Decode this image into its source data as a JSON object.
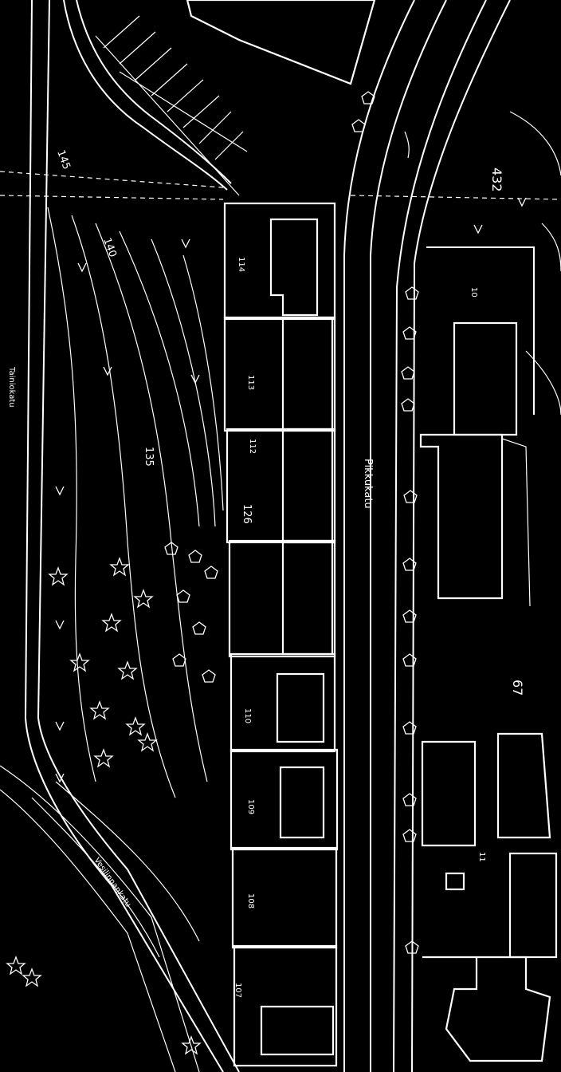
{
  "map": {
    "background": "#000000",
    "line_color": "#ffffff",
    "streets": {
      "pikkukatu": "Pikkukatu",
      "tainiokatu": "Tainiokatu",
      "vesilinnankatu": "Vesilinnankatu"
    },
    "contours": {
      "c145": "145",
      "c140": "140",
      "c135": "135"
    },
    "lots": {
      "l114": "114",
      "l113": "113",
      "l112": "112",
      "l126": "126",
      "l110": "110",
      "l109": "109",
      "l108": "108",
      "l107": "107",
      "l432": "432",
      "l67": "67",
      "l10": "10",
      "l11": "11"
    },
    "symbols": {
      "tree_icon": "star-tree-icon",
      "shrub_icon": "pentagon-shrub-icon",
      "meadow_icon": "v-meadow-icon"
    }
  }
}
